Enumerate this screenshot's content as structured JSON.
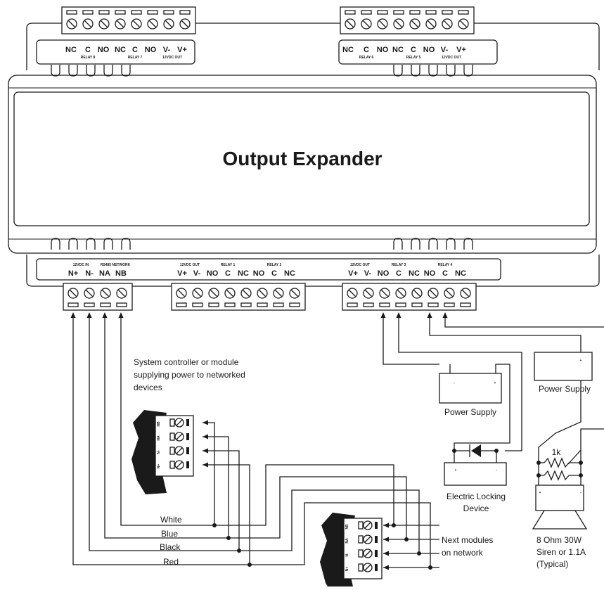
{
  "device": {
    "title": "Output Expander"
  },
  "top_left": {
    "terminals": [
      "NC",
      "C",
      "NO",
      "NC",
      "C",
      "NO",
      "V-",
      "V+"
    ],
    "groups": [
      "RELAY 8",
      "RELAY 7",
      "12VDC OUT"
    ]
  },
  "top_right": {
    "terminals": [
      "NC",
      "C",
      "NO",
      "NC",
      "C",
      "NO",
      "V-",
      "V+"
    ],
    "groups": [
      "RELAY 6",
      "RELAY 5",
      "12VDC OUT"
    ]
  },
  "bottom": {
    "terminals": [
      "N+",
      "N-",
      "NA",
      "NB",
      "V+",
      "V-",
      "NO",
      "C",
      "NC",
      "NO",
      "C",
      "NC",
      "V+",
      "V-",
      "NO",
      "C",
      "NC",
      "NO",
      "C",
      "NC"
    ],
    "groups": [
      "12VDC IN",
      "RS485 NETWORK",
      "12VDC OUT",
      "RELAY 1",
      "RELAY 2",
      "12VDC OUT",
      "RELAY 3",
      "RELAY 4"
    ]
  },
  "module_terminals": [
    "NB",
    "NA",
    "N-",
    "N+"
  ],
  "labels": {
    "controller": [
      "System controller or module",
      "supplying power to networked",
      "devices"
    ],
    "wires": [
      "White",
      "Blue",
      "Black",
      "Red"
    ],
    "power_supply_1": "Power Supply",
    "power_supply_2": "Power Supply",
    "lock": [
      "Electric Locking",
      "Device"
    ],
    "next_modules": [
      "Next modules",
      "on network"
    ],
    "resistor": "1k",
    "siren": [
      "8 Ohm 30W",
      "Siren or 1.1A",
      "(Typical)"
    ],
    "minus": "-",
    "plus": "+"
  }
}
